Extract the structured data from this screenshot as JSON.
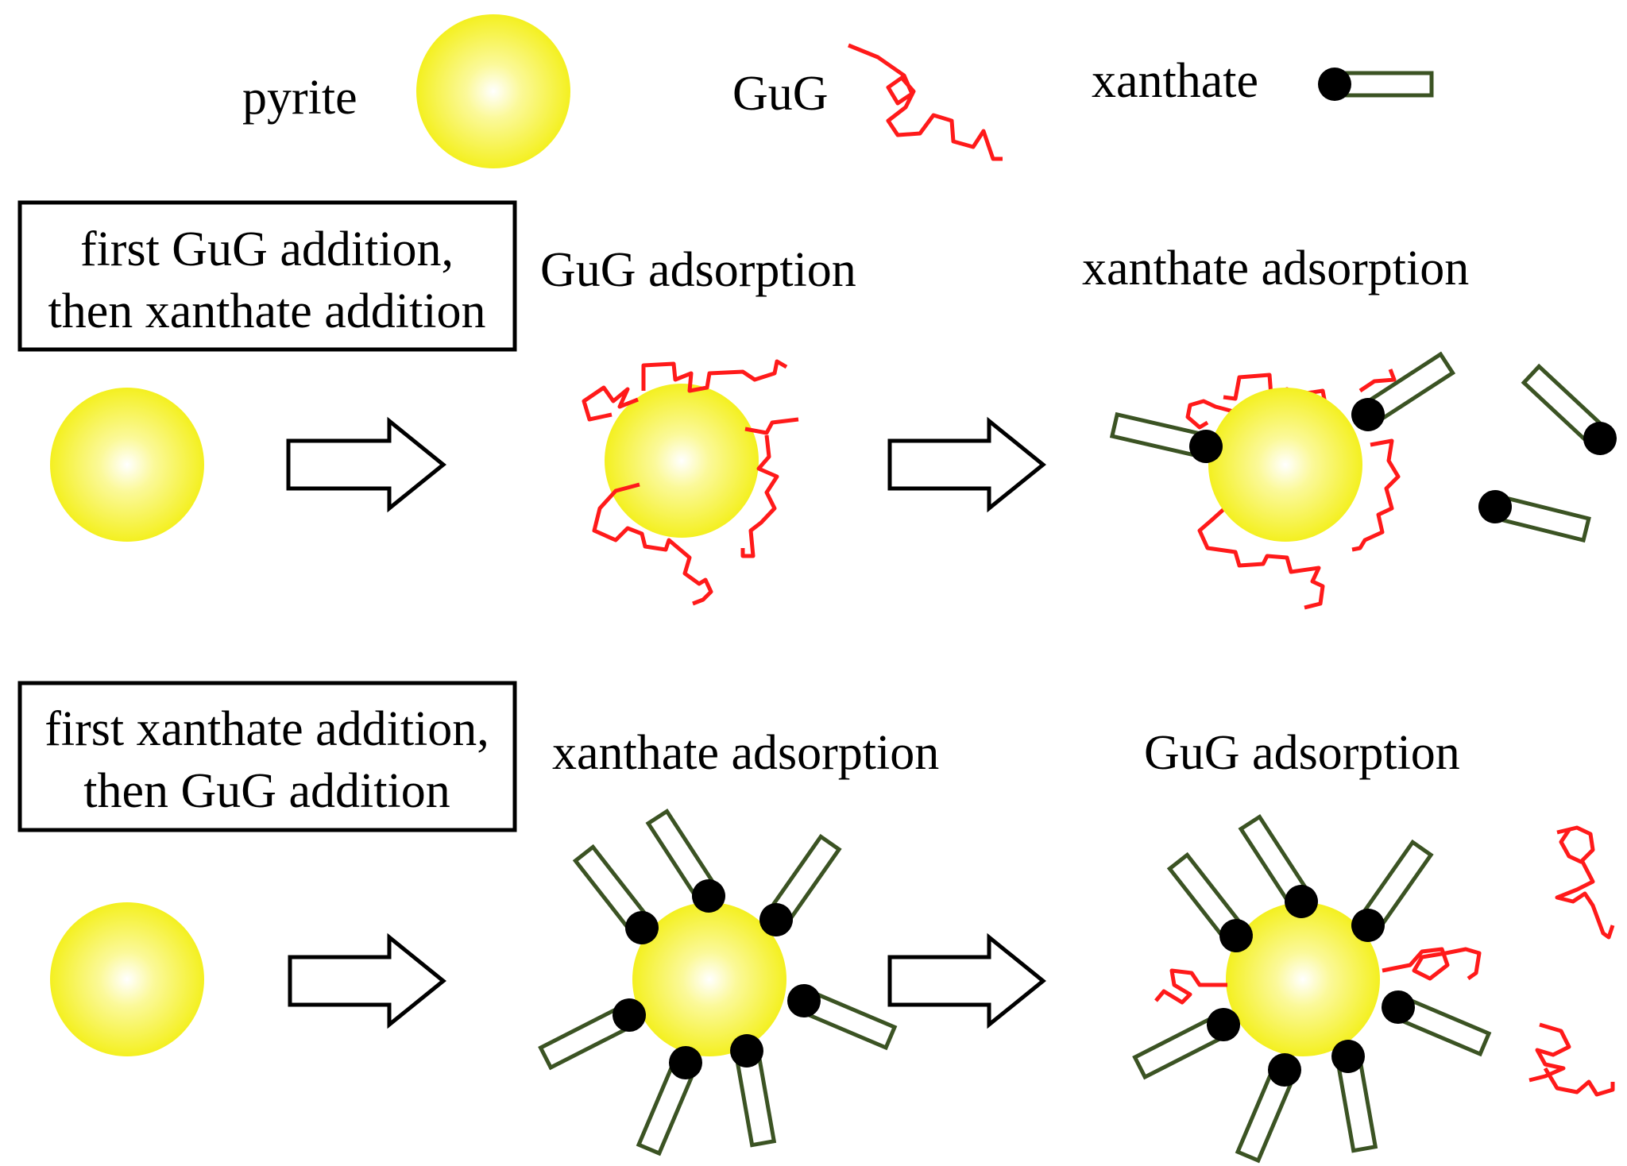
{
  "legend": {
    "pyrite_label": "pyrite",
    "gug_label": "GuG",
    "xanthate_label": "xanthate"
  },
  "row1": {
    "box_line1": "first GuG addition,",
    "box_line2": "then xanthate addition",
    "step1_label": "GuG adsorption",
    "step2_label": "xanthate adsorption"
  },
  "row2": {
    "box_line1": "first xanthate addition,",
    "box_line2": "then GuG addition",
    "step1_label": "xanthate adsorption",
    "step2_label": "GuG adsorption"
  },
  "colors": {
    "pyrite_center": "#ffffff",
    "pyrite_edge": "#f5f229",
    "gug": "#ff1a1a",
    "xanthate_body": "#3b5323",
    "xanthate_head": "#000000"
  }
}
